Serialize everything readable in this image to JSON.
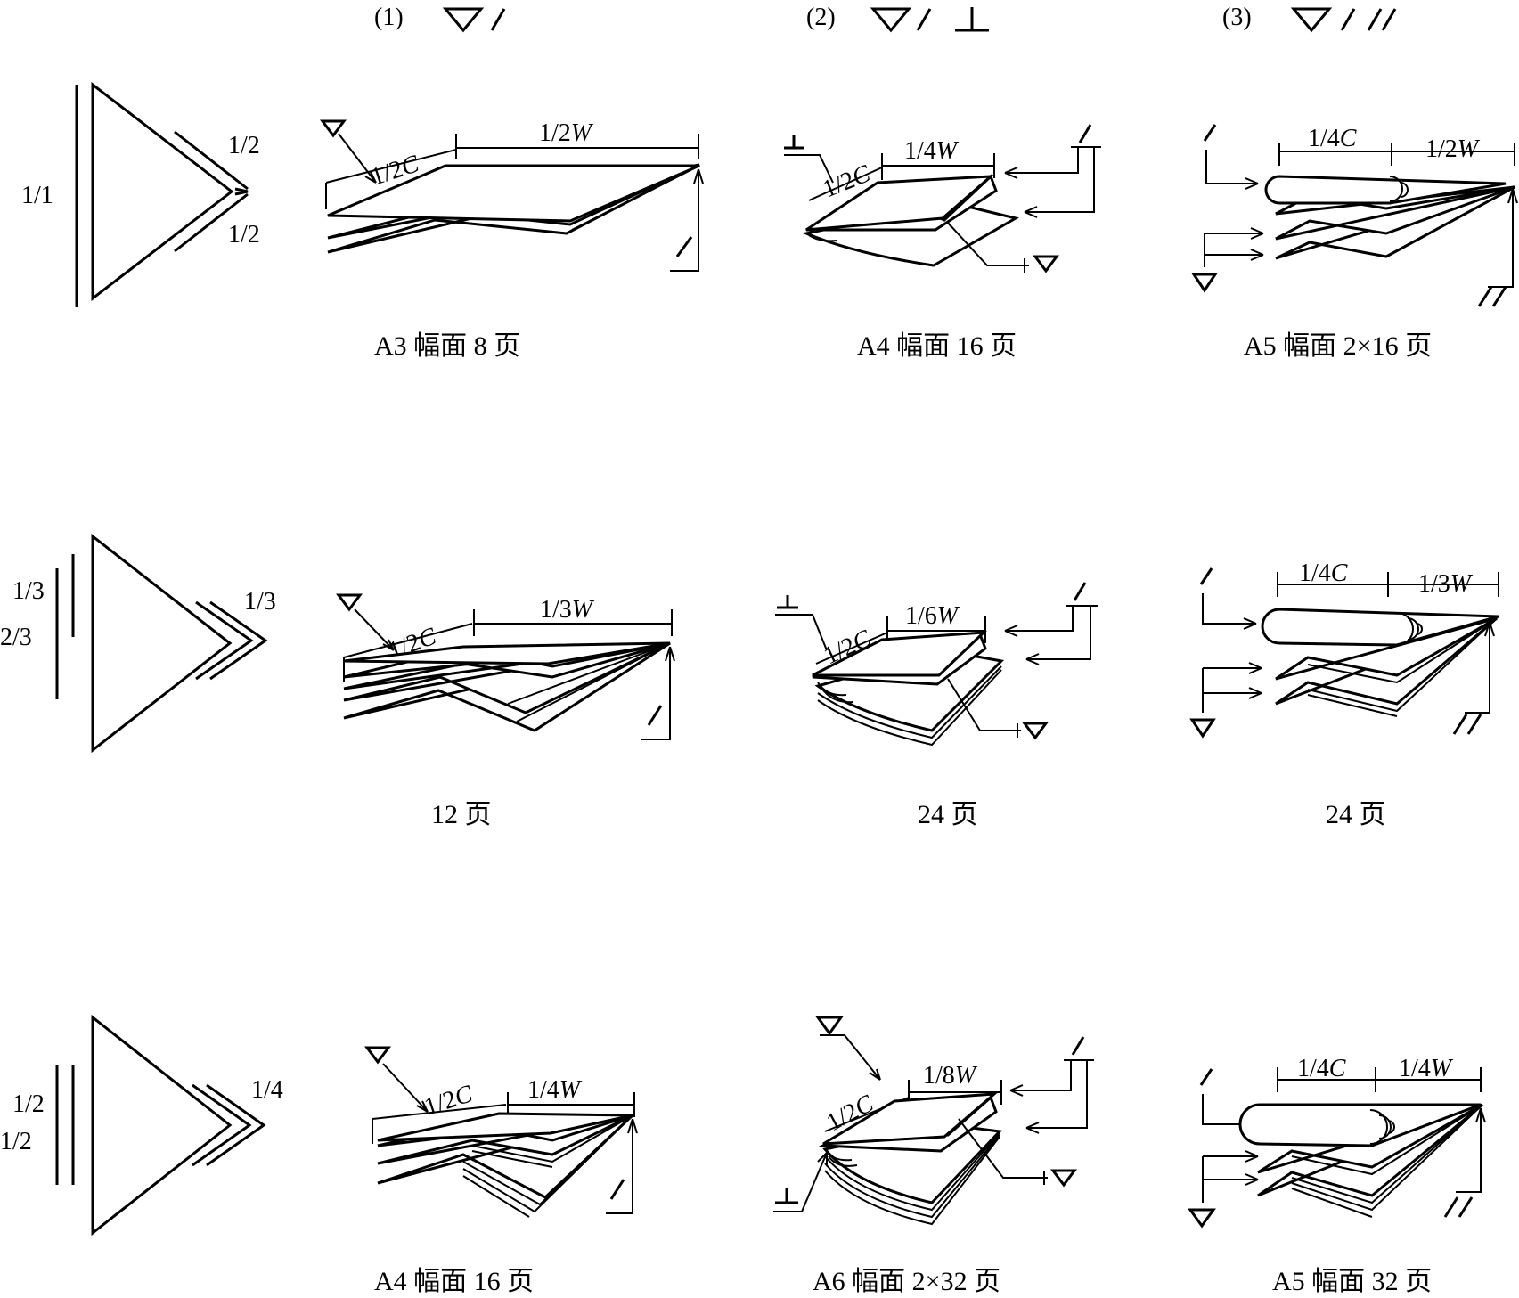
{
  "headers": [
    {
      "num": "(1)",
      "symbols": [
        "triangle",
        "slash"
      ]
    },
    {
      "num": "(2)",
      "symbols": [
        "triangle",
        "slash",
        "perpendicular"
      ]
    },
    {
      "num": "(3)",
      "symbols": [
        "triangle",
        "slash",
        "double-slash"
      ]
    }
  ],
  "rows": [
    {
      "ratios": [
        "1/1"
      ],
      "out_ratios": [
        "1/2",
        "1/2"
      ],
      "cells": [
        {
          "caption": "A3 幅面 8 页",
          "dim_c": "1/2C",
          "dim_w": "1/2W"
        },
        {
          "caption": "A4 幅面 16 页",
          "dim_c": "1/2C",
          "dim_w": "1/4W"
        },
        {
          "caption": "A5 幅面 2×16 页",
          "dim_c": "1/4C",
          "dim_w": "1/2W"
        }
      ]
    },
    {
      "ratios": [
        "1/3",
        "2/3"
      ],
      "out_ratios": [
        "1/3"
      ],
      "cells": [
        {
          "caption": "12 页",
          "dim_c": "1/2C",
          "dim_w": "1/3W"
        },
        {
          "caption": "24 页",
          "dim_c": "1/2C",
          "dim_w": "1/6W"
        },
        {
          "caption": "24 页",
          "dim_c": "1/4C",
          "dim_w": "1/3W"
        }
      ]
    },
    {
      "ratios": [
        "1/2",
        "1/2"
      ],
      "out_ratios": [
        "1/4"
      ],
      "cells": [
        {
          "caption": "A4 幅面 16 页",
          "dim_c": "1/2C",
          "dim_w": "1/4W"
        },
        {
          "caption": "A6 幅面 2×32 页",
          "dim_c": "1/2C",
          "dim_w": "1/8W"
        },
        {
          "caption": "A5 幅面 32 页",
          "dim_c": "1/4C",
          "dim_w": "1/4W"
        }
      ]
    }
  ]
}
